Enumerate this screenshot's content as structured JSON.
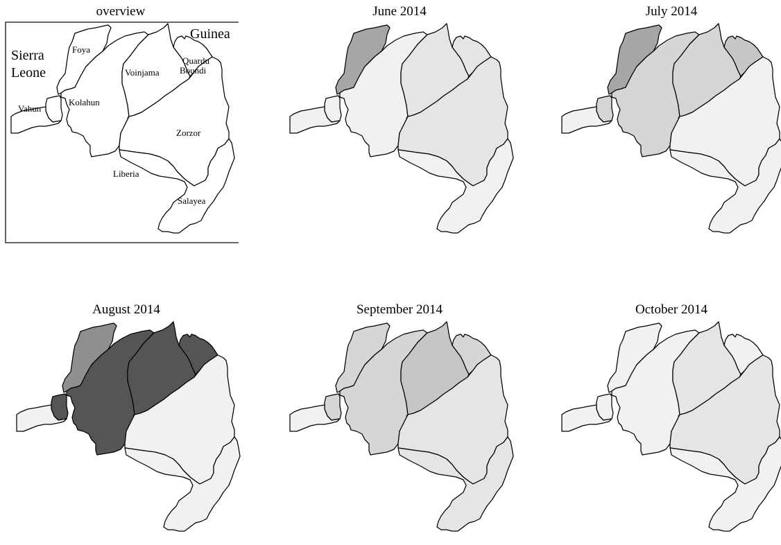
{
  "overview": {
    "title": "overview",
    "countries": [
      "Guinea",
      "Sierra",
      "Leone"
    ],
    "regions": {
      "foya": "Foya",
      "vahun": "Vahun",
      "kolahun": "Kolahun",
      "voinjama": "Voinjama",
      "quardu": "Quardu",
      "boundi": "Boundi",
      "zorzor": "Zorzor",
      "liberia": "Liberia",
      "salayea": "Salayea"
    }
  },
  "palette": {
    "level0": "#f1f1f1",
    "level1": "#e5e5e5",
    "level2": "#d6d6d6",
    "level3": "#c6c6c6",
    "level4": "#a6a6a6",
    "level5": "#8f8f8f",
    "level6": "#555555",
    "border": "#000000"
  },
  "months": [
    {
      "title": "June 2014",
      "fills": {
        "foya": "level4",
        "west": "level0",
        "voinjama": "level1",
        "quardu": "level1",
        "zorzor": "level1",
        "south": "level0"
      }
    },
    {
      "title": "July 2014",
      "fills": {
        "foya": "level4",
        "west": "level2",
        "voinjama": "level2",
        "quardu": "level3",
        "zorzor": "level0",
        "south": "level0"
      }
    },
    {
      "title": "August 2014",
      "fills": {
        "foya": "level5",
        "west": "level6",
        "voinjama": "level6",
        "quardu": "level6",
        "zorzor": "level0",
        "south": "level0"
      }
    },
    {
      "title": "September 2014",
      "fills": {
        "foya": "level2",
        "west": "level2",
        "voinjama": "level3",
        "quardu": "level2",
        "zorzor": "level1",
        "south": "level1"
      }
    },
    {
      "title": "October 2014",
      "fills": {
        "foya": "level0",
        "west": "level0",
        "voinjama": "level1",
        "quardu": "level0",
        "zorzor": "level1",
        "south": "level0"
      }
    }
  ]
}
